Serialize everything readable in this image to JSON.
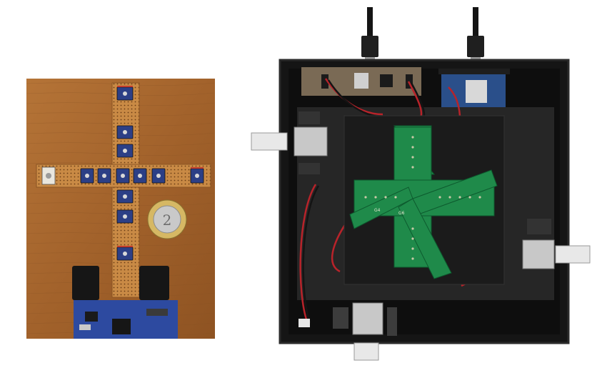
{
  "figure": {
    "left_photo": {
      "subject": "perfboard-cross-sensor-array",
      "coin_text": "2"
    },
    "right_photo": {
      "subject": "enclosure-with-boards",
      "pcb_silkscreen_1": "G6",
      "pcb_silkscreen_2": "G4"
    },
    "colors": {
      "wood": "#a8692f",
      "perfboard": "#c98a45",
      "sensor_pcb": "#2c3f86",
      "enclosure": "#151515",
      "green_pcb": "#1f8a4a",
      "black_plate": "#1b1b1b",
      "cable": "#141414"
    }
  }
}
